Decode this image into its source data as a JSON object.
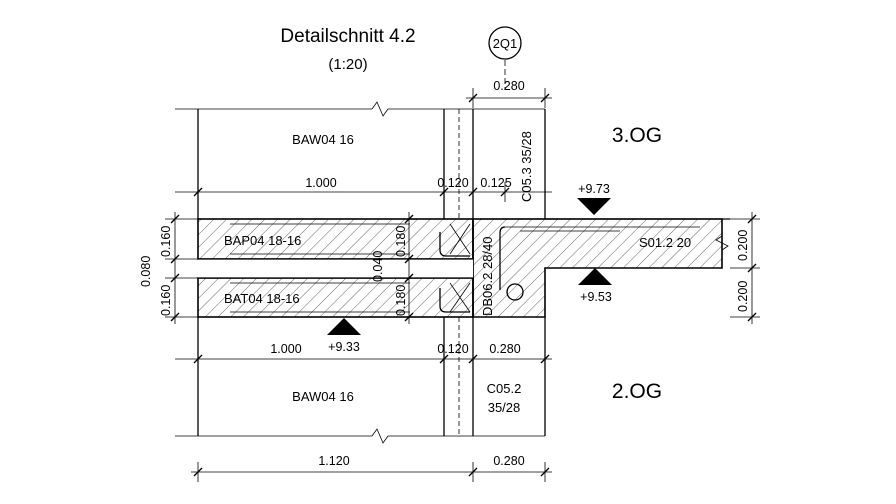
{
  "title": "Detailschnitt 4.2",
  "scale": "(1:20)",
  "axis_label": "2Q1",
  "floors": {
    "upper": "3.OG",
    "lower": "2.OG"
  },
  "elements": {
    "wall_upper": "BAW04 16",
    "wall_lower": "BAW04 16",
    "slab_upper": "BAP04 18-16",
    "slab_lower": "BAT04 18-16",
    "column_upper": "C05.3 35/28",
    "column_lower_1": "C05.2",
    "column_lower_2": "35/28",
    "beam": "DB06.2 28/40",
    "slab_right": "S01.2 20"
  },
  "levels": {
    "top": "+9.73",
    "bottom_right": "+9.53",
    "bottom_left": "+9.33"
  },
  "dimensions": {
    "top_col": "0.280",
    "upper_left": "1.000",
    "upper_mid1": "0.120",
    "upper_mid2": "0.125",
    "left_upper": "0.160",
    "left_gap": "0.080",
    "left_lower": "0.160",
    "inner_upper": "0.180",
    "inner_gap": "0.040",
    "inner_lower": "0.180",
    "lower_left": "1.000",
    "lower_mid1": "0.120",
    "lower_mid2": "0.280",
    "right_upper": "0.200",
    "right_lower": "0.200",
    "bottom_left": "1.120",
    "bottom_right": "0.280"
  },
  "colors": {
    "line": "#000000",
    "background": "#ffffff"
  },
  "icons": [
    "level-marker-triangle",
    "axis-bubble",
    "break-line",
    "section-hatch"
  ]
}
